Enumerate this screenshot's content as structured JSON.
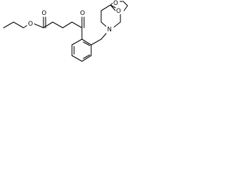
{
  "molecule": {
    "atoms": [
      {
        "id": "ester-o-single",
        "label": "O"
      },
      {
        "id": "ester-o-carbonyl",
        "label": "O"
      },
      {
        "id": "ketone-o",
        "label": "O"
      },
      {
        "id": "dioxolane-o-1",
        "label": "O"
      },
      {
        "id": "dioxolane-o-2",
        "label": "O"
      },
      {
        "id": "piperidine-n",
        "label": "N"
      }
    ]
  }
}
